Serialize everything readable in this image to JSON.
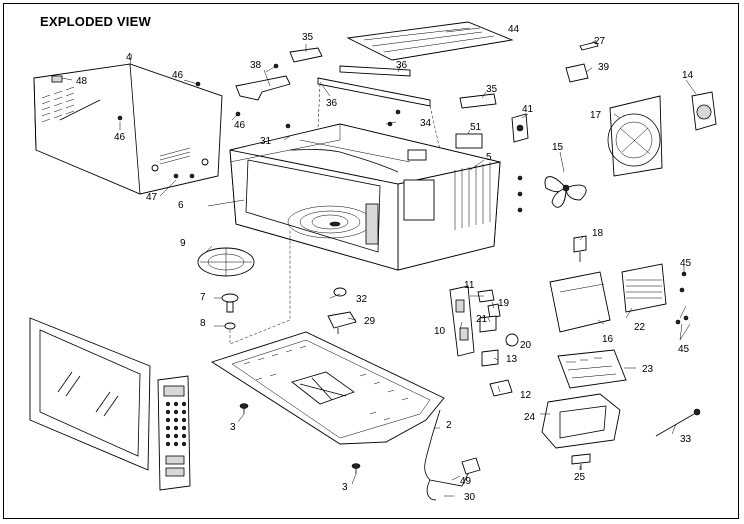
{
  "title": "EXPLODED VIEW",
  "callouts": [
    "2",
    "3",
    "3",
    "4",
    "5",
    "6",
    "7",
    "8",
    "9",
    "10",
    "11",
    "12",
    "13",
    "14",
    "15",
    "16",
    "17",
    "18",
    "19",
    "20",
    "21",
    "22",
    "23",
    "24",
    "25",
    "27",
    "29",
    "30",
    "31",
    "32",
    "33",
    "34",
    "35",
    "35",
    "36",
    "36",
    "38",
    "39",
    "41",
    "44",
    "45",
    "45",
    "46",
    "46",
    "46",
    "47",
    "48",
    "49",
    "51"
  ]
}
